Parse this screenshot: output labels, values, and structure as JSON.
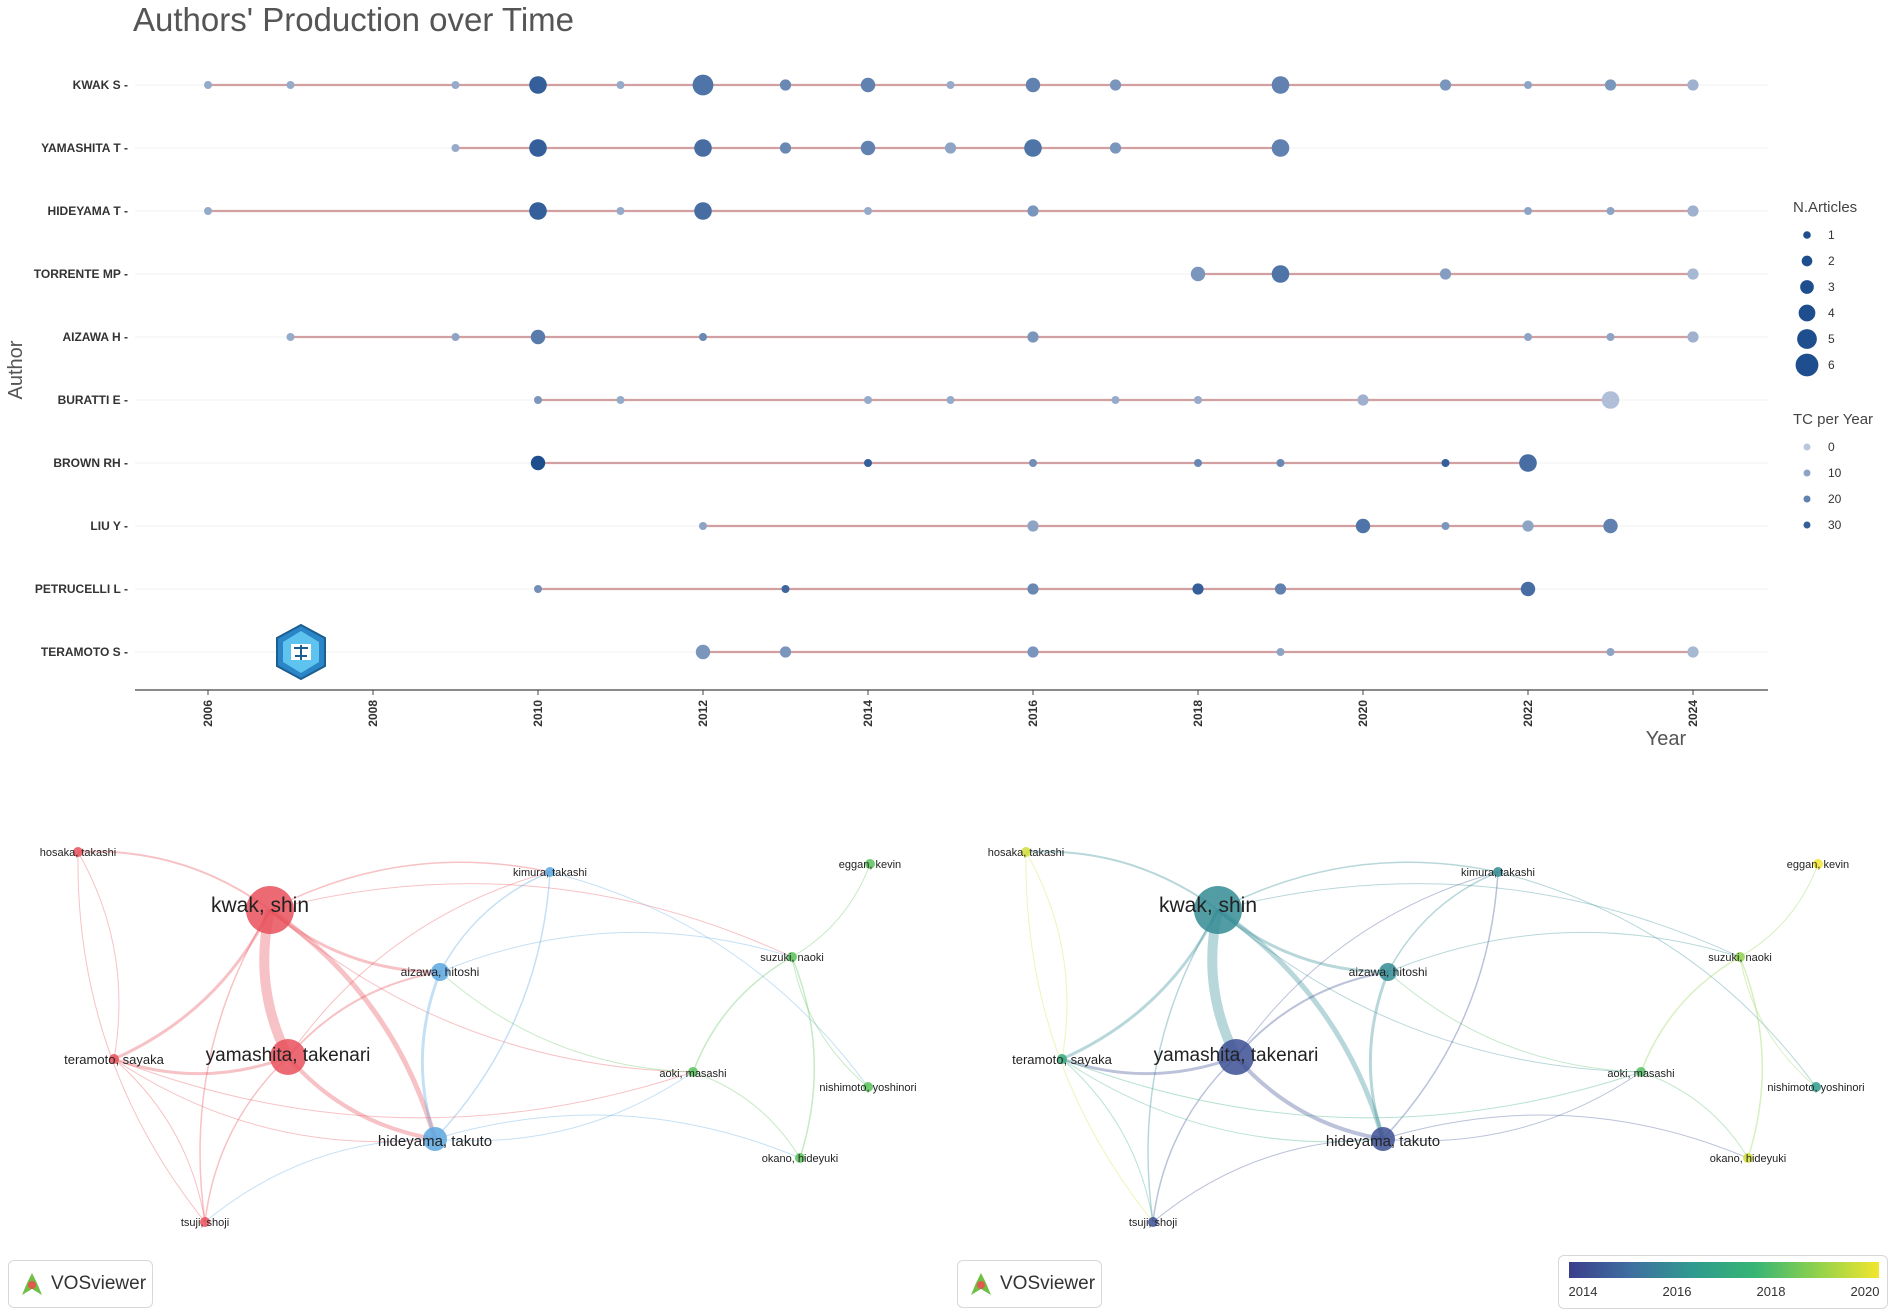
{
  "chart_data": [
    {
      "type": "scatter",
      "title": "Authors' Production over Time",
      "xlabel": "Year",
      "ylabel": "Author",
      "xlim": [
        2005.1,
        2024.9
      ],
      "x_ticks": [
        "2006",
        "2008",
        "2010",
        "2012",
        "2014",
        "2016",
        "2018",
        "2020",
        "2022",
        "2024"
      ],
      "authors": [
        "KWAK S",
        "YAMASHITA T",
        "HIDEYAMA T",
        "TORRENTE MP",
        "AIZAWA H",
        "BURATTI E",
        "BROWN RH",
        "LIU Y",
        "PETRUCELLI L",
        "TERAMOTO S"
      ],
      "series": [
        {
          "author": "KWAK S",
          "points": [
            [
              2006,
              1,
              8
            ],
            [
              2007,
              1,
              8
            ],
            [
              2009,
              1,
              8
            ],
            [
              2010,
              4,
              30
            ],
            [
              2011,
              1,
              8
            ],
            [
              2012,
              5,
              24
            ],
            [
              2013,
              2,
              18
            ],
            [
              2014,
              3,
              20
            ],
            [
              2015,
              1,
              8
            ],
            [
              2016,
              3,
              20
            ],
            [
              2017,
              2,
              14
            ],
            [
              2019,
              4,
              20
            ],
            [
              2021,
              2,
              14
            ],
            [
              2022,
              1,
              10
            ],
            [
              2023,
              2,
              14
            ],
            [
              2024,
              2,
              6
            ]
          ]
        },
        {
          "author": "YAMASHITA T",
          "points": [
            [
              2009,
              1,
              8
            ],
            [
              2010,
              4,
              30
            ],
            [
              2012,
              4,
              26
            ],
            [
              2013,
              2,
              18
            ],
            [
              2014,
              3,
              20
            ],
            [
              2015,
              2,
              10
            ],
            [
              2016,
              4,
              24
            ],
            [
              2017,
              2,
              14
            ],
            [
              2019,
              4,
              20
            ]
          ]
        },
        {
          "author": "HIDEYAMA T",
          "points": [
            [
              2006,
              1,
              8
            ],
            [
              2010,
              4,
              30
            ],
            [
              2011,
              1,
              8
            ],
            [
              2012,
              4,
              26
            ],
            [
              2014,
              1,
              8
            ],
            [
              2016,
              2,
              14
            ],
            [
              2022,
              1,
              10
            ],
            [
              2023,
              1,
              10
            ],
            [
              2024,
              2,
              6
            ]
          ]
        },
        {
          "author": "TORRENTE MP",
          "points": [
            [
              2018,
              3,
              14
            ],
            [
              2019,
              4,
              24
            ],
            [
              2021,
              2,
              12
            ],
            [
              2024,
              2,
              4
            ]
          ]
        },
        {
          "author": "AIZAWA H",
          "points": [
            [
              2007,
              1,
              8
            ],
            [
              2009,
              1,
              10
            ],
            [
              2010,
              3,
              22
            ],
            [
              2012,
              1,
              18
            ],
            [
              2016,
              2,
              14
            ],
            [
              2022,
              1,
              10
            ],
            [
              2023,
              1,
              10
            ],
            [
              2024,
              2,
              6
            ]
          ]
        },
        {
          "author": "BURATTI E",
          "points": [
            [
              2010,
              1,
              14
            ],
            [
              2011,
              1,
              8
            ],
            [
              2014,
              1,
              8
            ],
            [
              2015,
              1,
              8
            ],
            [
              2017,
              1,
              8
            ],
            [
              2018,
              1,
              8
            ],
            [
              2020,
              2,
              6
            ],
            [
              2023,
              4,
              2
            ]
          ]
        },
        {
          "author": "BROWN RH",
          "points": [
            [
              2010,
              3,
              35
            ],
            [
              2014,
              1,
              30
            ],
            [
              2016,
              1,
              16
            ],
            [
              2018,
              1,
              18
            ],
            [
              2019,
              1,
              18
            ],
            [
              2021,
              1,
              30
            ],
            [
              2022,
              4,
              26
            ]
          ]
        },
        {
          "author": "LIU Y",
          "points": [
            [
              2012,
              1,
              10
            ],
            [
              2016,
              2,
              10
            ],
            [
              2020,
              3,
              24
            ],
            [
              2021,
              1,
              14
            ],
            [
              2022,
              2,
              10
            ],
            [
              2023,
              3,
              20
            ]
          ]
        },
        {
          "author": "PETRUCELLI L",
          "points": [
            [
              2010,
              1,
              16
            ],
            [
              2013,
              1,
              28
            ],
            [
              2016,
              2,
              18
            ],
            [
              2018,
              2,
              30
            ],
            [
              2019,
              2,
              20
            ],
            [
              2022,
              3,
              26
            ]
          ]
        },
        {
          "author": "TERAMOTO S",
          "points": [
            [
              2012,
              3,
              14
            ],
            [
              2013,
              2,
              14
            ],
            [
              2016,
              2,
              14
            ],
            [
              2019,
              1,
              10
            ],
            [
              2023,
              1,
              10
            ],
            [
              2024,
              2,
              4
            ]
          ]
        }
      ],
      "legend": {
        "size_title": "N.Articles",
        "size_values": [
          "1",
          "2",
          "3",
          "4",
          "5",
          "6"
        ],
        "color_title": "TC per Year",
        "color_values": [
          "0",
          "10",
          "20",
          "30"
        ],
        "placement": "right"
      },
      "colors": {
        "stem": "#c98a8a",
        "dark": "#1f4e8f",
        "light": "#b9c6db"
      }
    },
    {
      "type": "network",
      "tool": "VOSviewer",
      "coloring": "cluster",
      "nodes": [
        {
          "label": "kwak, shin",
          "cluster": "red",
          "weight": 6
        },
        {
          "label": "yamashita, takenari",
          "cluster": "red",
          "weight": 5
        },
        {
          "label": "teramoto, sayaka",
          "cluster": "red",
          "weight": 1
        },
        {
          "label": "hosaka, takashi",
          "cluster": "red",
          "weight": 1
        },
        {
          "label": "tsuji, shoji",
          "cluster": "red",
          "weight": 1
        },
        {
          "label": "aizawa, hitoshi",
          "cluster": "blue",
          "weight": 2
        },
        {
          "label": "hideyama, takuto",
          "cluster": "blue",
          "weight": 3
        },
        {
          "label": "kimura, takashi",
          "cluster": "blue",
          "weight": 1
        },
        {
          "label": "suzuki, naoki",
          "cluster": "green",
          "weight": 1
        },
        {
          "label": "aoki, masashi",
          "cluster": "green",
          "weight": 1
        },
        {
          "label": "nishimoto, yoshinori",
          "cluster": "green",
          "weight": 1
        },
        {
          "label": "okano, hideyuki",
          "cluster": "green",
          "weight": 1
        },
        {
          "label": "eggan, kevin",
          "cluster": "green",
          "weight": 1
        }
      ]
    },
    {
      "type": "network",
      "tool": "VOSviewer",
      "coloring": "overlay-year",
      "colorbar_ticks": [
        "2014",
        "2016",
        "2018",
        "2020"
      ],
      "nodes": [
        {
          "label": "kwak, shin",
          "year": 2016
        },
        {
          "label": "yamashita, takenari",
          "year": 2014
        },
        {
          "label": "teramoto, sayaka",
          "year": 2017.5
        },
        {
          "label": "hosaka, takashi",
          "year": 2020.5
        },
        {
          "label": "tsuji, shoji",
          "year": 2014
        },
        {
          "label": "aizawa, hitoshi",
          "year": 2016
        },
        {
          "label": "hideyama, takuto",
          "year": 2014
        },
        {
          "label": "kimura, takashi",
          "year": 2016
        },
        {
          "label": "suzuki, naoki",
          "year": 2019.5
        },
        {
          "label": "aoki, masashi",
          "year": 2018.5
        },
        {
          "label": "nishimoto, yoshinori",
          "year": 2016.5
        },
        {
          "label": "okano, hideyuki",
          "year": 2020.5
        },
        {
          "label": "eggan, kevin",
          "year": 2021
        }
      ]
    }
  ],
  "ui": {
    "vos_label_left": "VOSviewer",
    "vos_label_right": "VOSviewer"
  }
}
